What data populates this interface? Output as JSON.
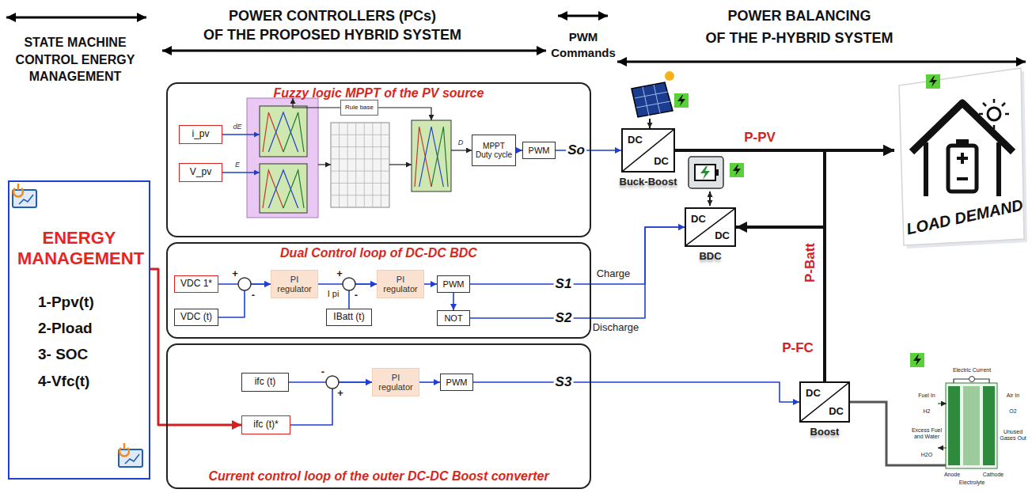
{
  "diagram": {
    "nodes": [
      {
        "text": [
          "ENERGY MANAGEMENT",
          "1-Ppv(t)",
          "2-Pload",
          "3- SOC",
          "4-Vfc(t)"
        ]
      },
      {
        "text": [
          "Fuzzy logic MPPT of the PV source"
        ]
      },
      {
        "text": [
          "i_pv"
        ],
        "in": 1
      },
      {
        "text": [
          "V_pv"
        ],
        "in": 1
      },
      {
        "text": [
          "Rule base"
        ],
        "in": 1
      },
      {
        "text": [
          "MPPT Duty cycle"
        ],
        "in": 1
      },
      {
        "text": [
          "PWM"
        ],
        "in": 1
      },
      {
        "text": [
          "DC",
          "DC",
          "Buck-Boost"
        ]
      },
      {
        "text": [
          "LOAD DEMAND"
        ]
      },
      {
        "text": [
          "Dual Control loop of DC-DC BDC"
        ]
      },
      {
        "text": [
          "VDC 1*"
        ],
        "in": 9
      },
      {
        "text": [
          "VDC (t)"
        ],
        "in": 9
      },
      {
        "text": [
          "PI regulator"
        ],
        "in": 9
      },
      {
        "text": [
          "PI regulator"
        ],
        "in": 9
      },
      {
        "text": [
          "IBatt (t)"
        ],
        "in": 9
      },
      {
        "text": [
          "PWM"
        ],
        "in": 9
      },
      {
        "text": [
          "NOT"
        ],
        "in": 9
      },
      {
        "text": [
          "DC",
          "DC",
          "BDC"
        ]
      },
      {
        "text": [
          "Current control loop of the outer DC-DC Boost converter"
        ]
      },
      {
        "text": [
          "ifc (t)"
        ],
        "in": 18
      },
      {
        "text": [
          "ifc (t)*"
        ],
        "in": 18
      },
      {
        "text": [
          "PI regulator"
        ],
        "in": 18
      },
      {
        "text": [
          "PWM"
        ],
        "in": 18
      },
      {
        "text": [
          "DC",
          "DC",
          "Boost"
        ]
      }
    ],
    "edges": [
      {
        "from": 5,
        "to": 6,
        "arrow": "to"
      },
      {
        "from": 6,
        "to": 7,
        "arrow": "to",
        "label": "So"
      },
      {
        "from": 7,
        "to": 8,
        "arrow": "to",
        "label": "P-PV"
      },
      {
        "from": 10,
        "to": 12,
        "arrow": "to"
      },
      {
        "from": 11,
        "to": 12,
        "arrow": "to"
      },
      {
        "from": 12,
        "to": 13,
        "arrow": "to",
        "label": "I pi"
      },
      {
        "from": 14,
        "to": 13,
        "arrow": "to"
      },
      {
        "from": 13,
        "to": 15,
        "arrow": "to"
      },
      {
        "from": 15,
        "to": 16,
        "arrow": "to"
      },
      {
        "from": 15,
        "to": 17,
        "arrow": "to",
        "label": "S1"
      },
      {
        "from": 16,
        "to": 17,
        "arrow": "to",
        "label": "S2"
      },
      {
        "from": 17,
        "to": 8,
        "arrow": "both",
        "label": "P-Batt"
      },
      {
        "from": 19,
        "to": 21,
        "arrow": "to"
      },
      {
        "from": 20,
        "to": 21,
        "arrow": "to"
      },
      {
        "from": 21,
        "to": 22,
        "arrow": "to"
      },
      {
        "from": 22,
        "to": 23,
        "arrow": "to",
        "label": "S3"
      },
      {
        "from": 23,
        "to": 8,
        "arrow": "to",
        "label": "P-FC"
      },
      {
        "from": 0,
        "to": 20,
        "arrow": "to"
      }
    ],
    "labels": [
      "STATE MACHINE CONTROL ENERGY MANAGEMENT",
      "POWER CONTROLLERS (PCs)",
      "OF THE PROPOSED HYBRID SYSTEM",
      "PWM Commands",
      "POWER BALANCING",
      "OF THE P-HYBRID SYSTEM",
      "dE",
      "E",
      "D",
      "Charge",
      "Discharge",
      "+",
      "-",
      "+",
      "-",
      "-",
      "+",
      "Electric Current",
      "Fuel In",
      "H2",
      "Excess Fuel and Water",
      "H2O",
      "Air In",
      "O2",
      "Unused Gases Out",
      "Anode",
      "Electrolyte",
      "Cathode"
    ]
  }
}
